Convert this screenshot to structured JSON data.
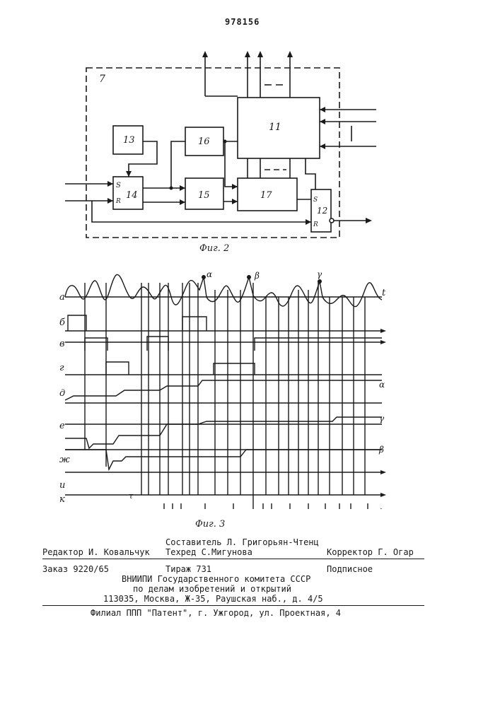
{
  "page": {
    "number": "978156"
  },
  "figure2": {
    "caption": "Фиг. 2",
    "frame_label": "7",
    "blocks": {
      "b11": "11",
      "b12": "12",
      "b13": "13",
      "b14": "14",
      "b15": "15",
      "b16": "16",
      "b17": "17"
    },
    "pins": {
      "s14": "S",
      "r14": "R",
      "s12": "S",
      "r12": "R"
    }
  },
  "figure3": {
    "caption": "Фиг. 3",
    "rows": [
      "а",
      "б",
      "в",
      "г",
      "д",
      "е",
      "ж",
      "и",
      "к"
    ],
    "annotations": {
      "t": "t",
      "alpha_mark": "α",
      "beta_mark": "β",
      "gamma_mark": "γ",
      "alpha": "α",
      "gamma": "γ",
      "beta": "β",
      "tau": "τ"
    }
  },
  "colophon": {
    "compiler": "Составитель Л. Григорьян-Чтенц",
    "editor": "Редактор И. Ковальчук",
    "techred": "Техред С.Мигунова",
    "corrector": "Корректор Г. Огар",
    "order": "Заказ 9220/65",
    "circulation": "Тираж 731",
    "subscription": "Подписное",
    "org1": "ВНИИПИ Государственного комитета СССР",
    "org2": "по делам изобретений и открытий",
    "org3": "113035, Москва, Ж-35, Раушская наб., д. 4/5",
    "branch": "Филиал ППП \"Патент\", г. Ужгород, ул. Проектная, 4"
  }
}
